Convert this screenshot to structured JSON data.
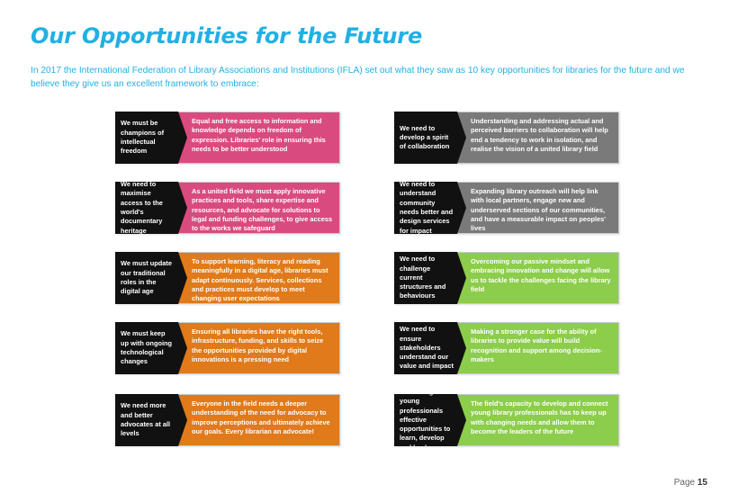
{
  "page": {
    "title": "Our Opportunities for the Future",
    "intro": "In 2017 the International Federation of Library Associations and Institutions (IFLA) set out what they saw as 10 key opportunities for libraries for the future and we believe they give us an excellent framework to embrace:",
    "page_label": "Page",
    "page_number": "15"
  },
  "colors": {
    "title": "#22b0e3",
    "pink": "#d94b7e",
    "orange": "#e07a1a",
    "gray": "#7a7a7a",
    "green": "#8ccd4b",
    "arrow": "#111111"
  },
  "opportunities_left": [
    {
      "heading": "We must be champions of intellectual freedom",
      "text": "Equal and free access to information and knowledge depends on freedom of expression. Libraries' role in ensuring this needs to be better understood"
    },
    {
      "heading": "We need to maximise access to the world's documentary heritage",
      "text": "As a united field we must apply innovative practices and tools, share expertise and resources, and advocate for solutions to legal and funding challenges, to give access to the works we safeguard"
    },
    {
      "heading": "We must update our traditional roles in the digital age",
      "text": "To support learning, literacy and reading meaningfully in a digital age, libraries must adapt continuously. Services, collections and practices must develop to meet changing user expectations"
    },
    {
      "heading": "We must keep up with ongoing technological changes",
      "text": "Ensuring all libraries have the right tools, infrastructure, funding, and skills to seize the opportunities provided by digital innovations is a pressing need"
    },
    {
      "heading": "We need more and better advocates at all levels",
      "text": "Everyone in the field needs a deeper understanding of the need for advocacy to improve perceptions and ultimately achieve our goals. Every librarian an advocate!"
    }
  ],
  "opportunities_right": [
    {
      "heading": "We need to develop a spirit of collaboration",
      "text": "Understanding and addressing actual and perceived barriers to collaboration will help end a tendency to work in isolation, and realise the vision of a united library field"
    },
    {
      "heading": "We need to understand community needs better and design services for impact",
      "text": "Expanding library outreach will help link with local partners, engage new and underserved sections of our communities, and have a measurable impact on peoples' lives"
    },
    {
      "heading": "We need to challenge current structures and behaviours",
      "text": "Overcoming our passive mindset and embracing innovation and change will allow us to tackle the challenges facing the library field"
    },
    {
      "heading": "We need to ensure stakeholders understand our value and impact",
      "text": "Making a stronger case for the ability of libraries to provide value will build recognition and support among decision-makers"
    },
    {
      "heading": "We must give young professionals effective opportunities to learn, develop and lead",
      "text": "The field's capacity to develop and connect young library professionals has to keep up with changing needs and allow them to become the leaders of the future"
    }
  ]
}
